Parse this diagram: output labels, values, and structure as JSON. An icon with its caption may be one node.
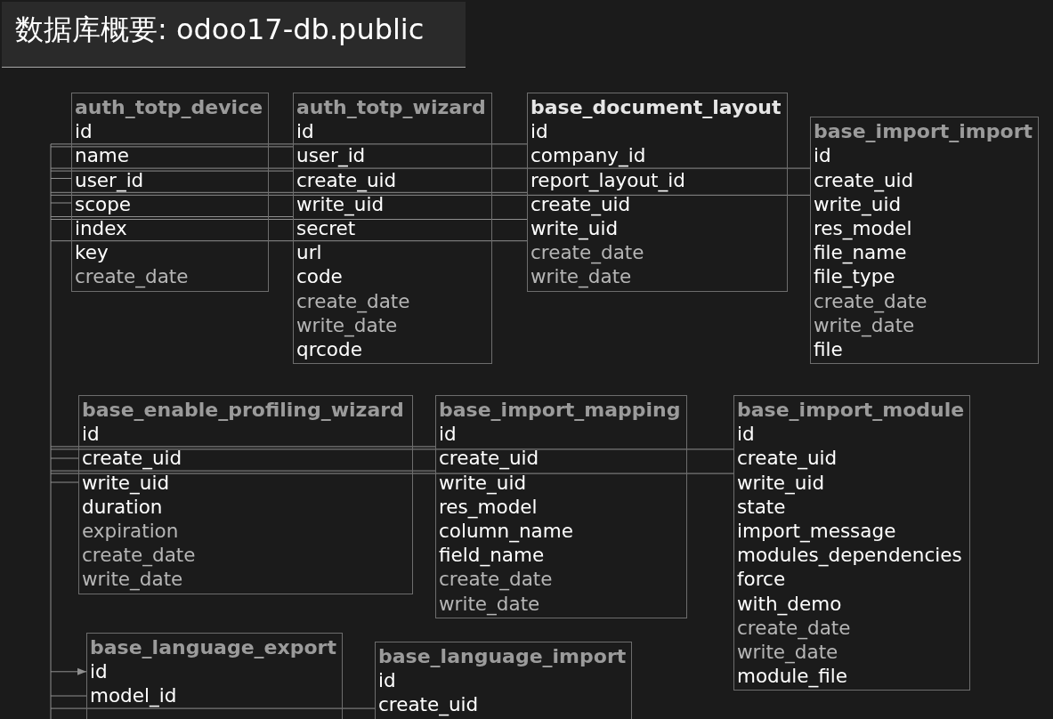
{
  "diagram": {
    "title": "数据库概要: odoo17-db.public",
    "nodes": [
      {
        "text": [
          "auth_totp_device",
          "id",
          "name",
          "user_id",
          "scope",
          "index",
          "key",
          "create_date"
        ]
      },
      {
        "text": [
          "auth_totp_wizard",
          "id",
          "user_id",
          "create_uid",
          "write_uid",
          "secret",
          "url",
          "code",
          "create_date",
          "write_date",
          "qrcode"
        ]
      },
      {
        "text": [
          "base_document_layout",
          "id",
          "company_id",
          "report_layout_id",
          "create_uid",
          "write_uid",
          "create_date",
          "write_date"
        ]
      },
      {
        "text": [
          "base_import_import",
          "id",
          "create_uid",
          "write_uid",
          "res_model",
          "file_name",
          "file_type",
          "create_date",
          "write_date",
          "file"
        ]
      },
      {
        "text": [
          "base_enable_profiling_wizard",
          "id",
          "create_uid",
          "write_uid",
          "duration",
          "expiration",
          "create_date",
          "write_date"
        ]
      },
      {
        "text": [
          "base_import_mapping",
          "id",
          "create_uid",
          "write_uid",
          "res_model",
          "column_name",
          "field_name",
          "create_date",
          "write_date"
        ]
      },
      {
        "text": [
          "base_import_module",
          "id",
          "create_uid",
          "write_uid",
          "state",
          "import_message",
          "modules_dependencies",
          "force",
          "with_demo",
          "create_date",
          "write_date",
          "module_file"
        ]
      },
      {
        "text": [
          "base_language_export",
          "id",
          "model_id"
        ]
      },
      {
        "text": [
          "base_language_import",
          "id",
          "create_uid"
        ]
      }
    ],
    "edges": [
      {
        "from": null,
        "to": 2,
        "arrow": "none"
      },
      {
        "from": null,
        "to": 1,
        "arrow": "none"
      },
      {
        "from": null,
        "to": 3,
        "arrow": "none"
      },
      {
        "from": null,
        "to": 1,
        "arrow": "none"
      },
      {
        "from": null,
        "to": 0,
        "arrow": "none"
      },
      {
        "from": null,
        "to": 2,
        "arrow": "none"
      },
      {
        "from": null,
        "to": 3,
        "arrow": "none"
      },
      {
        "from": null,
        "to": 0,
        "arrow": "none"
      },
      {
        "from": null,
        "to": 1,
        "arrow": "none"
      },
      {
        "from": null,
        "to": 2,
        "arrow": "none"
      },
      {
        "from": null,
        "to": 2,
        "arrow": "none"
      },
      {
        "from": null,
        "to": 5,
        "arrow": "none"
      },
      {
        "from": null,
        "to": 6,
        "arrow": "none"
      },
      {
        "from": null,
        "to": 4,
        "arrow": "none"
      },
      {
        "from": null,
        "to": 5,
        "arrow": "none"
      },
      {
        "from": null,
        "to": 6,
        "arrow": "none"
      },
      {
        "from": null,
        "to": 4,
        "arrow": "none"
      },
      {
        "from": null,
        "to": 7,
        "arrow": "to"
      },
      {
        "from": null,
        "to": 7,
        "arrow": "none"
      },
      {
        "from": null,
        "to": 8,
        "arrow": "none"
      }
    ]
  }
}
